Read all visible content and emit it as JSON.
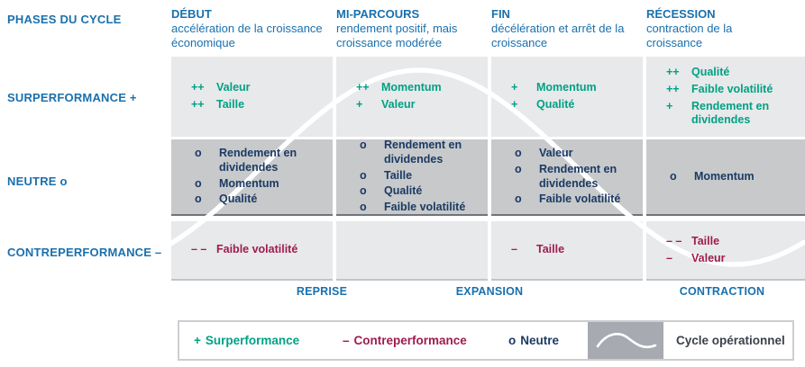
{
  "title": "PHASES DU CYCLE",
  "row_labels": {
    "surperformance": "SURPERFORMANCE +",
    "neutre": "NEUTRE o",
    "contreperformance": "CONTREPERFORMANCE –"
  },
  "colors": {
    "blue": "#1a70ad",
    "teal": "#00a185",
    "navy": "#1b3a64",
    "maroon": "#9e1c4e",
    "band_light": "#e8e9ea",
    "band_mid": "#c7c9ca",
    "curve": "#ffffff",
    "legend_swatch": "#a7aab0"
  },
  "columns": [
    {
      "title": "DÉBUT",
      "subtitle": "accélération de la croissance économique",
      "surperformance": [
        {
          "marker": "++",
          "label": "Valeur"
        },
        {
          "marker": "++",
          "label": "Taille"
        }
      ],
      "neutre": [
        {
          "marker": "o",
          "label": "Rendement en dividendes"
        },
        {
          "marker": "o",
          "label": "Momentum"
        },
        {
          "marker": "o",
          "label": "Qualité"
        }
      ],
      "contreperformance": [
        {
          "marker": "– –",
          "label": "Faible volatilité"
        }
      ]
    },
    {
      "title": "MI-PARCOURS",
      "subtitle": "rendement positif, mais croissance modérée",
      "surperformance": [
        {
          "marker": "++",
          "label": "Momentum"
        },
        {
          "marker": "+",
          "label": "Valeur"
        }
      ],
      "neutre": [
        {
          "marker": "o",
          "label": "Rendement en dividendes"
        },
        {
          "marker": "o",
          "label": "Taille"
        },
        {
          "marker": "o",
          "label": "Qualité"
        },
        {
          "marker": "o",
          "label": "Faible volatilité"
        }
      ],
      "contreperformance": []
    },
    {
      "title": "FIN",
      "subtitle": "décélération et arrêt de la croissance",
      "surperformance": [
        {
          "marker": "+",
          "label": "Momentum"
        },
        {
          "marker": "+",
          "label": "Qualité"
        }
      ],
      "neutre": [
        {
          "marker": "o",
          "label": "Valeur"
        },
        {
          "marker": "o",
          "label": "Rendement en dividendes"
        },
        {
          "marker": "o",
          "label": "Faible volatilité"
        }
      ],
      "contreperformance": [
        {
          "marker": "–",
          "label": "Taille"
        }
      ]
    },
    {
      "title": "RÉCESSION",
      "subtitle": "contraction de la croissance",
      "surperformance": [
        {
          "marker": "++",
          "label": "Qualité"
        },
        {
          "marker": "++",
          "label": "Faible volatilité"
        },
        {
          "marker": "+",
          "label": "Rendement en dividendes"
        }
      ],
      "neutre": [
        {
          "marker": "o",
          "label": "Momentum"
        }
      ],
      "contreperformance": [
        {
          "marker": "– –",
          "label": "Taille"
        },
        {
          "marker": "–",
          "label": "Valeur"
        }
      ]
    }
  ],
  "phase_footer": [
    "REPRISE",
    "EXPANSION",
    "CONTRACTION"
  ],
  "legend": {
    "surperformance": {
      "marker": "+",
      "label": "Surperformance"
    },
    "contreperformance": {
      "marker": "–",
      "label": "Contreperformance"
    },
    "neutre": {
      "marker": "o",
      "label": "Neutre"
    },
    "cycle": {
      "label": "Cycle opérationnel"
    }
  }
}
